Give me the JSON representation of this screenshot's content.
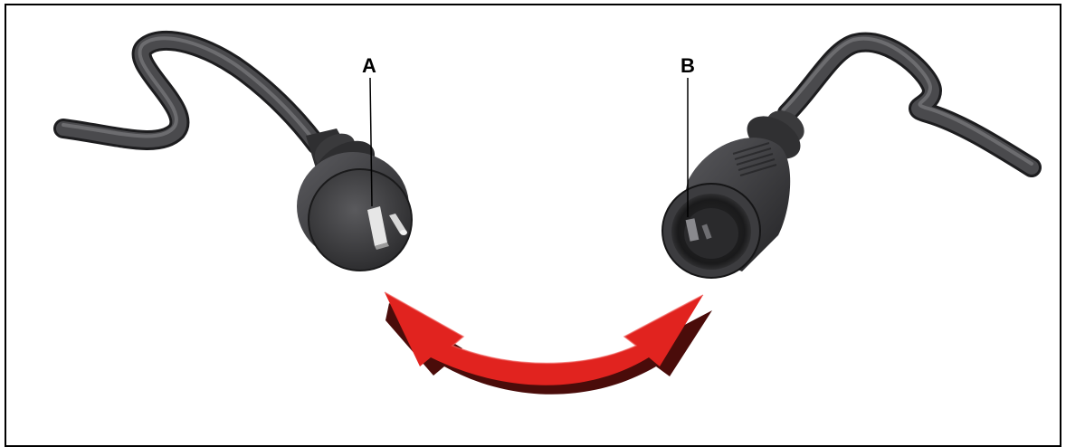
{
  "labels": {
    "a": "A",
    "b": "B"
  },
  "colors": {
    "frame": "#000000",
    "cable": "#3a3a3c",
    "arrow": "#e1231f",
    "arrow_shadow": "#4a0c0a"
  },
  "parts": {
    "a": "plug-with-pins",
    "b": "socket-receptacle",
    "arrow": "double-headed-curved-arrow"
  }
}
